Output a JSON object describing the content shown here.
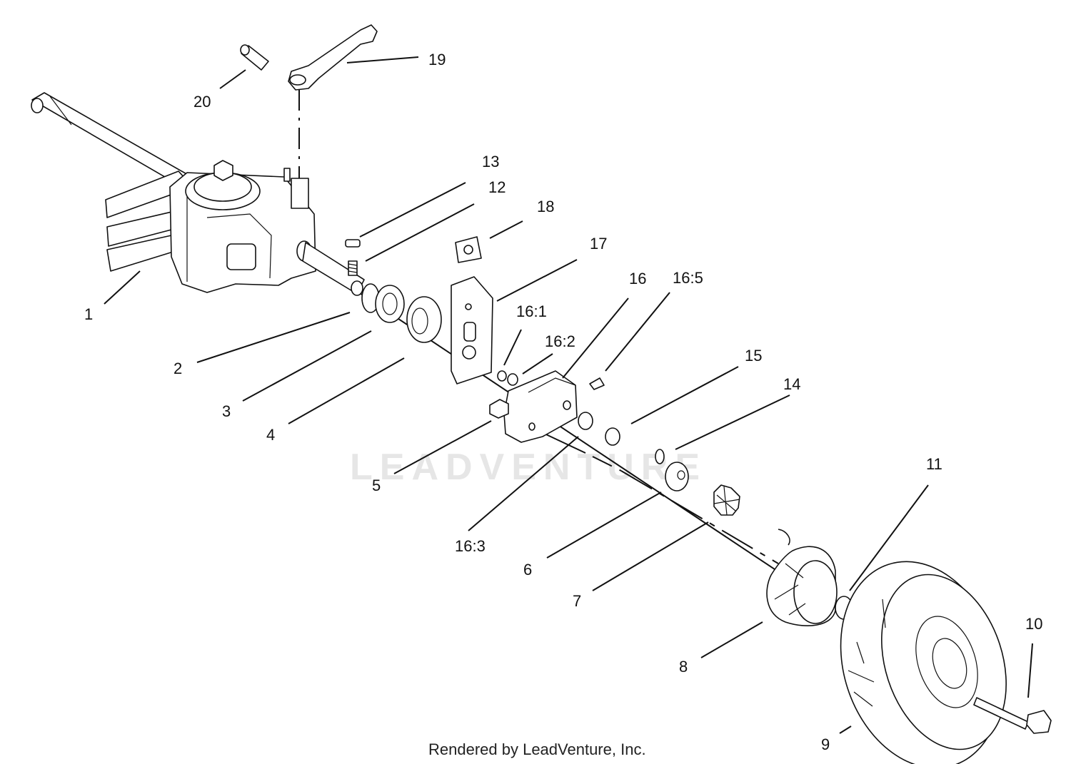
{
  "watermark": "LEADVENTURE",
  "footer": "Rendered by LeadVenture, Inc.",
  "callouts": {
    "c1": "1",
    "c2": "2",
    "c3": "3",
    "c4": "4",
    "c5": "5",
    "c6": "6",
    "c7": "7",
    "c8": "8",
    "c9": "9",
    "c10": "10",
    "c11": "11",
    "c12": "12",
    "c13": "13",
    "c14": "14",
    "c15": "15",
    "c16": "16",
    "c16_1": "16:1",
    "c16_2": "16:2",
    "c16_3": "16:3",
    "c16_5": "16:5",
    "c17": "17",
    "c18": "18",
    "c19": "19",
    "c20": "20"
  }
}
